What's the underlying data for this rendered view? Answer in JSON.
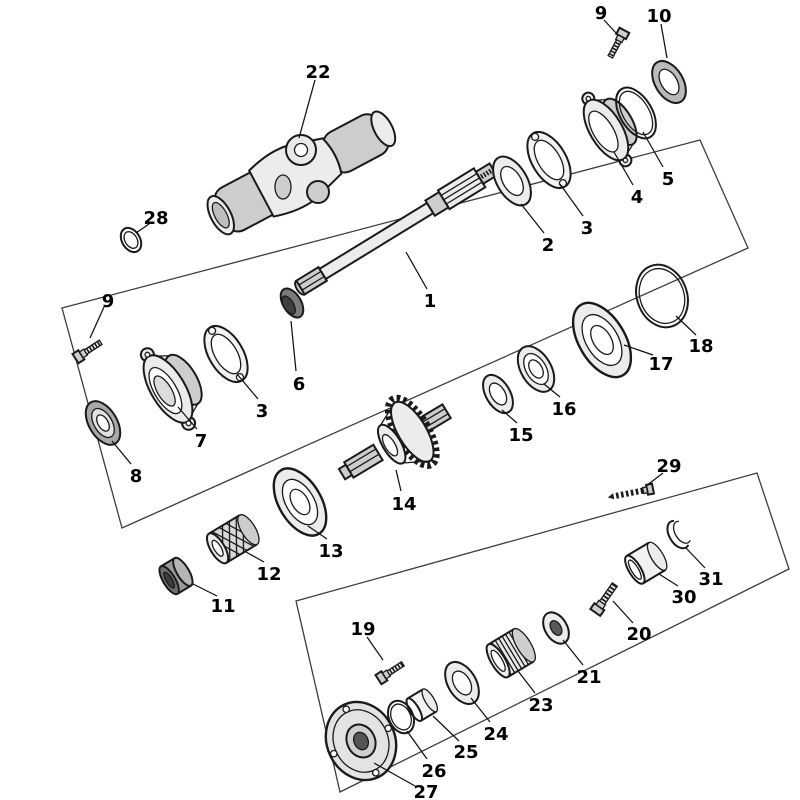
{
  "colors": {
    "background": "#ffffff",
    "line": "#1a1a1a"
  },
  "callouts": [
    {
      "label": "22"
    },
    {
      "label": "9"
    },
    {
      "label": "10"
    },
    {
      "label": "5"
    },
    {
      "label": "4"
    },
    {
      "label": "3"
    },
    {
      "label": "2"
    },
    {
      "label": "1"
    },
    {
      "label": "28"
    },
    {
      "label": "9"
    },
    {
      "label": "7"
    },
    {
      "label": "3"
    },
    {
      "label": "6"
    },
    {
      "label": "8"
    },
    {
      "label": "14"
    },
    {
      "label": "13"
    },
    {
      "label": "12"
    },
    {
      "label": "11"
    },
    {
      "label": "15"
    },
    {
      "label": "16"
    },
    {
      "label": "17"
    },
    {
      "label": "18"
    },
    {
      "label": "29"
    },
    {
      "label": "31"
    },
    {
      "label": "30"
    },
    {
      "label": "20"
    },
    {
      "label": "21"
    },
    {
      "label": "23"
    },
    {
      "label": "24"
    },
    {
      "label": "25"
    },
    {
      "label": "26"
    },
    {
      "label": "27"
    },
    {
      "label": "19"
    }
  ]
}
